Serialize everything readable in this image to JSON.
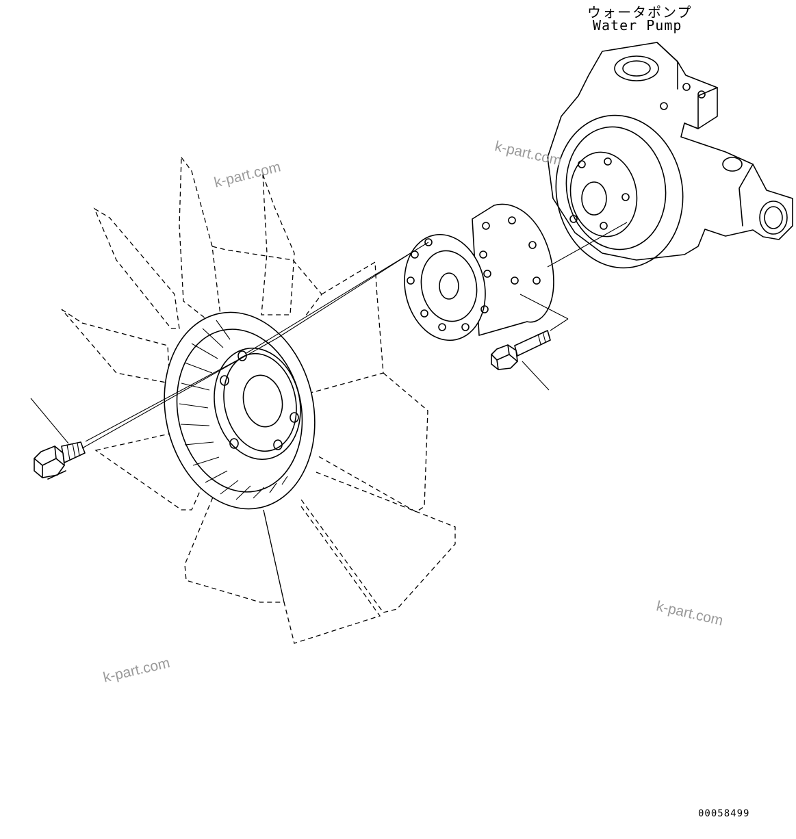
{
  "diagram": {
    "callouts": {
      "water_pump_jp": "ウォータポンプ",
      "water_pump_en": "Water Pump"
    },
    "drawing_number": "00058499",
    "watermarks": [
      "k-part.com",
      "k-part.com",
      "k-part.com",
      "k-part.com"
    ]
  }
}
